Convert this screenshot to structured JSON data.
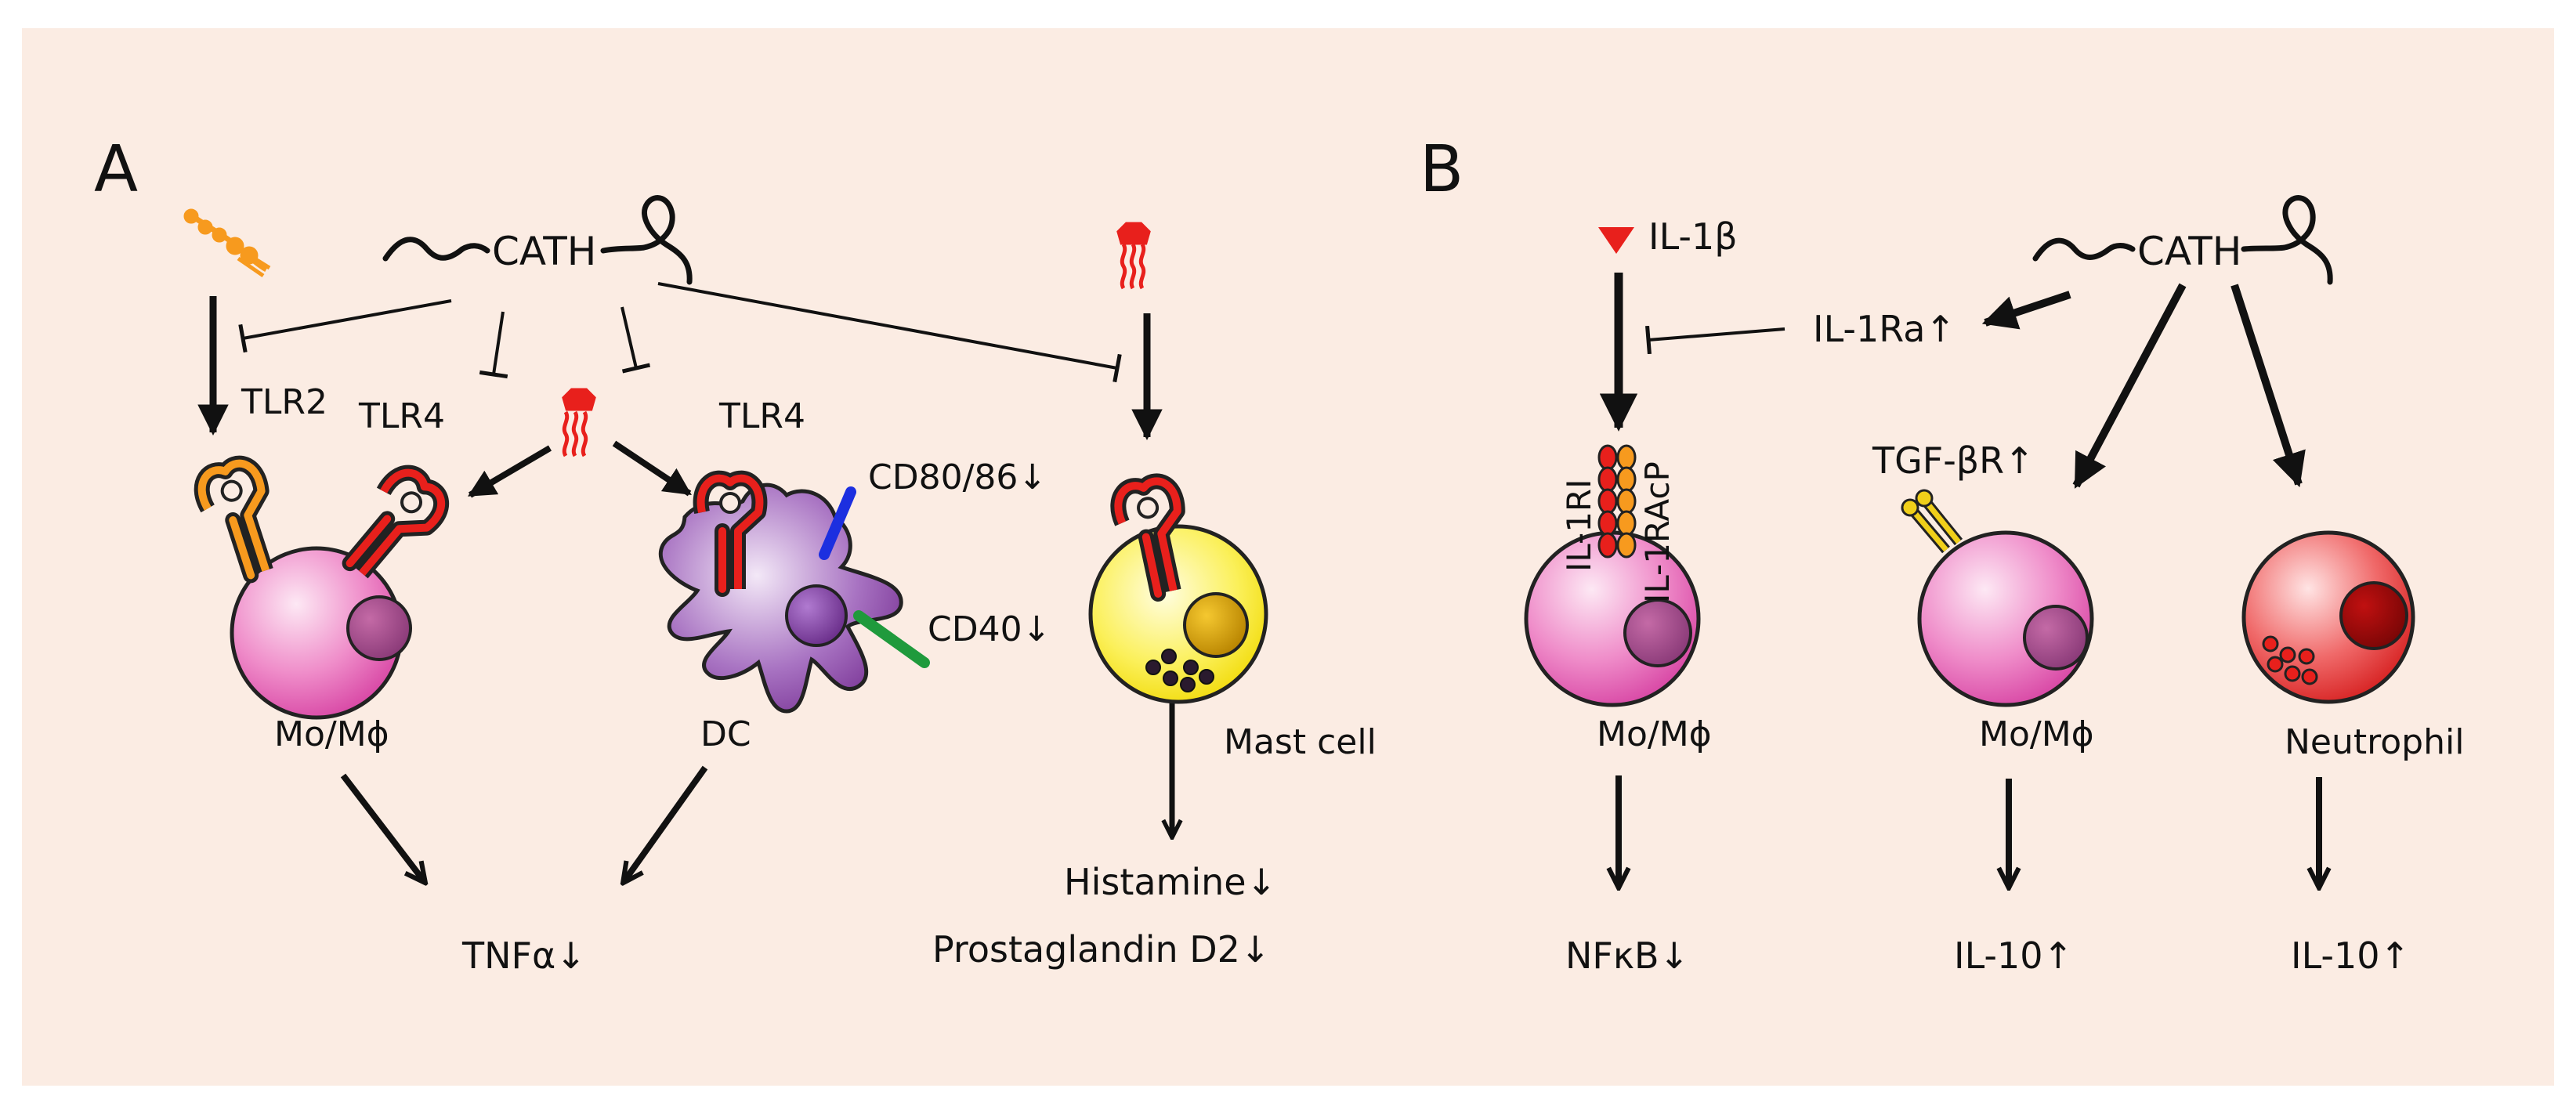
{
  "panels": {
    "a": {
      "letter": "A",
      "cath": "CATH",
      "tlr2": "TLR2",
      "tlr4_mo": "TLR4",
      "tlr4_dc": "TLR4",
      "cd80": "CD80/86↓",
      "cd40": "CD40↓",
      "mo_label": "Mo/Mϕ",
      "dc_label": "DC",
      "mast_label": "Mast cell",
      "tnf": "TNFα↓",
      "histamine": "Histamine↓",
      "prostaglandin": "Prostaglandin D2↓"
    },
    "b": {
      "letter": "B",
      "il1b": "IL-1β",
      "cath": "CATH",
      "il1ra": "IL-1Ra↑",
      "il1ri": "IL-1RI",
      "il1racp": "IL-1RAcP",
      "tgf": "TGF-βR↑",
      "mo_label_1": "Mo/Mϕ",
      "mo_label_2": "Mo/Mϕ",
      "neutrophil": "Neutrophil",
      "nfkb": "NFκB↓",
      "il10_1": "IL-10↑",
      "il10_2": "IL-10↑"
    }
  },
  "colors": {
    "background": "#fbece3",
    "mo_cell": "#e65cb4",
    "dc_cell": "#8c4aa8",
    "mast_cell": "#f7e51a",
    "neutrophil": "#e82525",
    "tlr_red": "#e8201c",
    "tlr_orange": "#f79a1e",
    "cd80_blue": "#1c2fe0",
    "cd40_green": "#1f9a3c",
    "receptor_yellow": "#f0cf1a"
  },
  "icons": [
    "cath-peptide-icon",
    "lipoprotein-icon",
    "lps-icon",
    "il1b-triangle-icon"
  ]
}
